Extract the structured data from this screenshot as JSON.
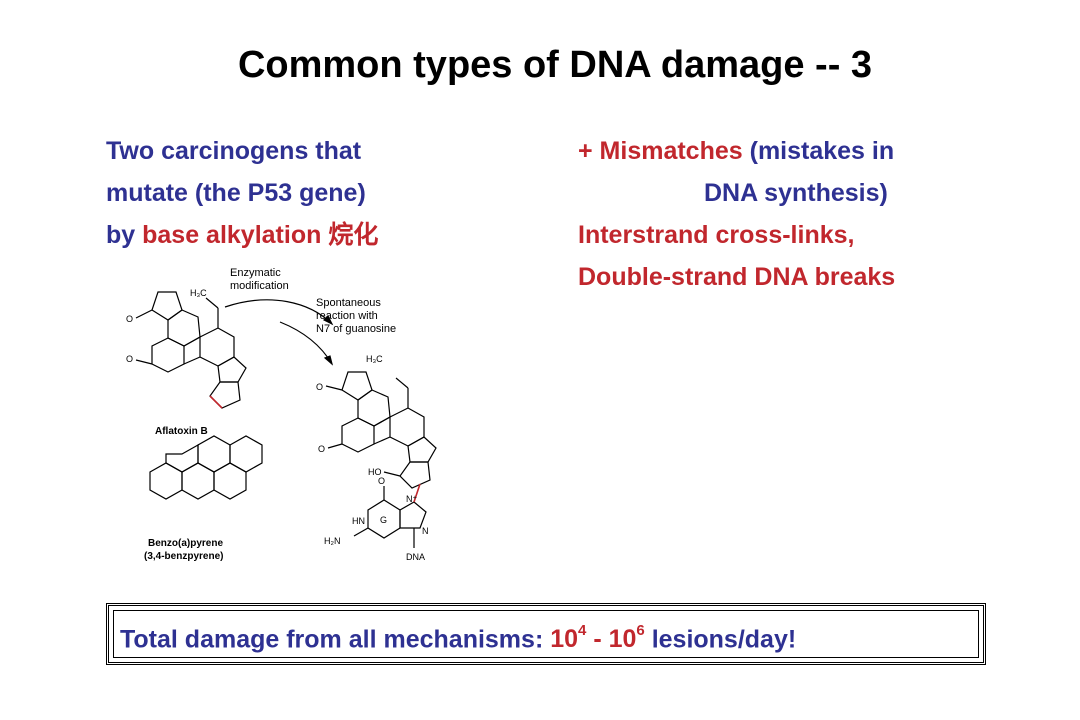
{
  "title": "Common types of DNA damage -- 3",
  "left": {
    "line1": "Two carcinogens that",
    "line2": "mutate (the P53 gene)",
    "line3_prefix": "by ",
    "line3_highlight": "base alkylation 烷化"
  },
  "right": {
    "line1_highlight": "+ Mismatches",
    "line1_rest": " (mistakes in",
    "line2": "DNA synthesis)",
    "line3": "Interstrand cross-links,",
    "line4": "Double-strand DNA breaks"
  },
  "figure": {
    "enzymatic": [
      "Enzymatic",
      "modification"
    ],
    "spontaneous": [
      "Spontaneous",
      "reaction with",
      "N7 of guanosine"
    ],
    "aflatoxin_label": "Aflatoxin B",
    "benzo_label_1": "Benzo(a)pyrene",
    "benzo_label_2": "(3,4-benzpyrene)",
    "h3c": "H₃C",
    "o": "O",
    "ho": "HO",
    "hn": "HN",
    "h2n": "H₂N",
    "n": "N",
    "nplus": "N⁺",
    "g": "G",
    "dna": "DNA"
  },
  "total": {
    "text": "Total damage from all mechanisms: ",
    "base1": "10",
    "exp1": "4",
    "dash": " - ",
    "base2": "10",
    "exp2": "6",
    "suffix": " lesions/day!"
  },
  "colors": {
    "blue": "#2E3192",
    "red": "#C1272D",
    "bond": "#000000",
    "bond_red": "#C1272D"
  }
}
